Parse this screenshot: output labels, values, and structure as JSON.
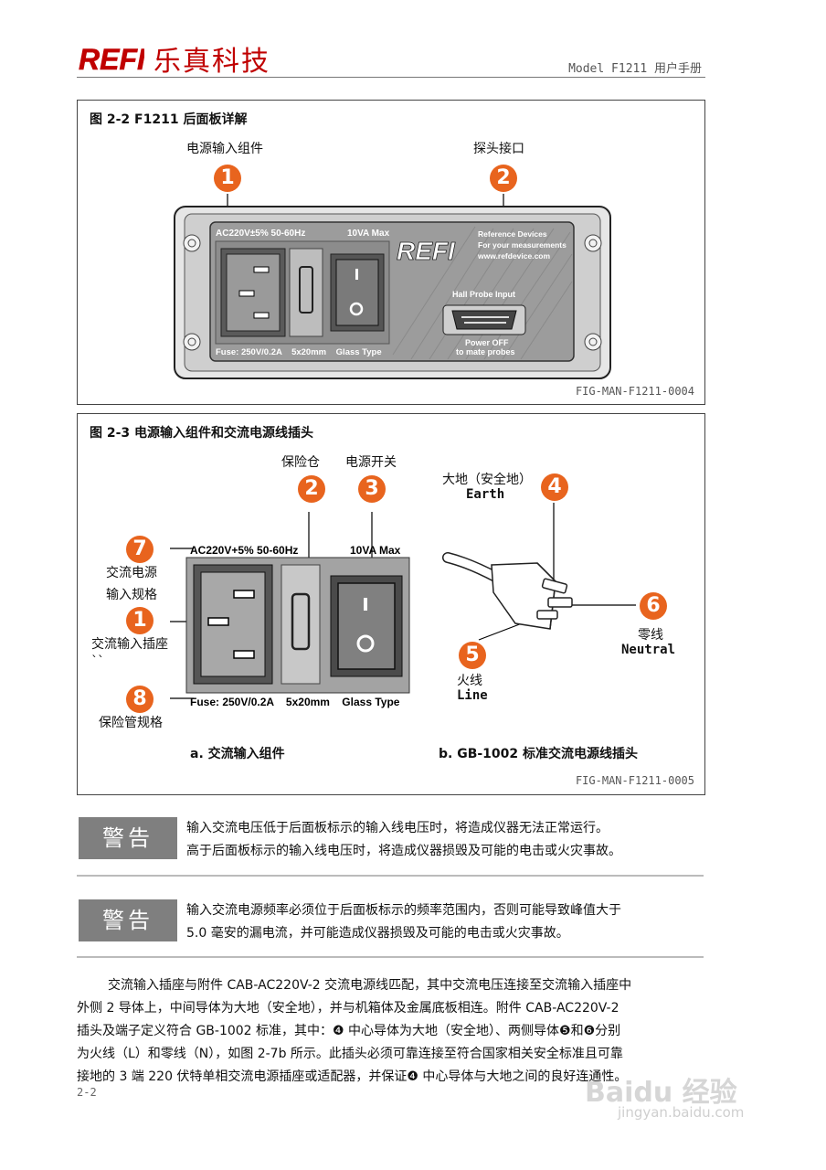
{
  "header": {
    "logo_text": "REFI",
    "brand": "乐真科技",
    "model": "Model F1211 用户手册"
  },
  "fig22": {
    "caption": "图 2-2  F1211 后面板详解",
    "label_power": "电源输入组件",
    "label_probe": "探头接口",
    "badge1": "1",
    "badge2": "2",
    "panel": {
      "rating_ac": "AC220V±5% 50-60Hz",
      "rating_va": "10VA Max",
      "logo": "REFI",
      "ref_line1": "Reference Devices",
      "ref_line2": "For your measurements",
      "ref_line3": "www.refdevice.com",
      "hall_label": "Hall Probe Input",
      "power_off1": "Power OFF",
      "power_off2": "to mate probes",
      "fuse": "Fuse: 250V/0.2A    5x20mm    Glass Type"
    },
    "fig_id": "FIG-MAN-F1211-0004"
  },
  "fig23": {
    "caption": "图 2-3  电源输入组件和交流电源线插头",
    "label_fuse_bay": "保险仓",
    "label_switch": "电源开关",
    "label_earth_cn": "大地（安全地）",
    "label_earth_en": "Earth",
    "label_ac_spec_1": "交流电源",
    "label_ac_spec_2": "输入规格",
    "label_socket": "交流输入插座",
    "ticks": "``",
    "label_fuse_spec": "保险管规格",
    "label_neutral_cn": "零线",
    "label_neutral_en": "Neutral",
    "label_line_cn": "火线",
    "label_line_en": "Line",
    "rating_ac": "AC220V+5% 50-60Hz",
    "rating_va": "10VA Max",
    "fuse": "Fuse: 250V/0.2A    5x20mm    Glass Type",
    "badges": [
      "1",
      "2",
      "3",
      "4",
      "5",
      "6",
      "7",
      "8"
    ],
    "sub_a": "a.  交流输入组件",
    "sub_b": "b.  GB-1002 标准交流电源线插头",
    "fig_id": "FIG-MAN-F1211-0005"
  },
  "warnings": [
    {
      "title": "警告",
      "line1": "输入交流电压低于后面板标示的输入线电压时，将造成仪器无法正常运行。",
      "line2": "高于后面板标示的输入线电压时，将造成仪器损毁及可能的电击或火灾事故。"
    },
    {
      "title": "警告",
      "line1": "输入交流电源频率必须位于后面板标示的频率范围内，否则可能导致峰值大于",
      "line2": "5.0 毫安的漏电流，并可能造成仪器损毁及可能的电击或火灾事故。"
    }
  ],
  "body": {
    "line1": "交流输入插座与附件 CAB-AC220V-2 交流电源线匹配，其中交流电压连接至交流输入插座中",
    "line2": "外侧 2 导体上，中间导体为大地（安全地），并与机箱体及金属底板相连。附件 CAB-AC220V-2",
    "line3": "插头及端子定义符合 GB-1002 标准，其中：❹ 中心导体为大地（安全地）、两侧导体❺和❻分别",
    "line4": "为火线（L）和零线（N），如图 2-7b 所示。此插头必须可靠连接至符合国家相关安全标准且可靠",
    "line5": "接地的 3 端 220 伏特单相交流电源插座或适配器，并保证❹ 中心导体与大地之间的良好连通性。"
  },
  "page_number": "2-2",
  "watermark": {
    "text": "Baidu 经验",
    "url": "jingyan.baidu.com"
  }
}
